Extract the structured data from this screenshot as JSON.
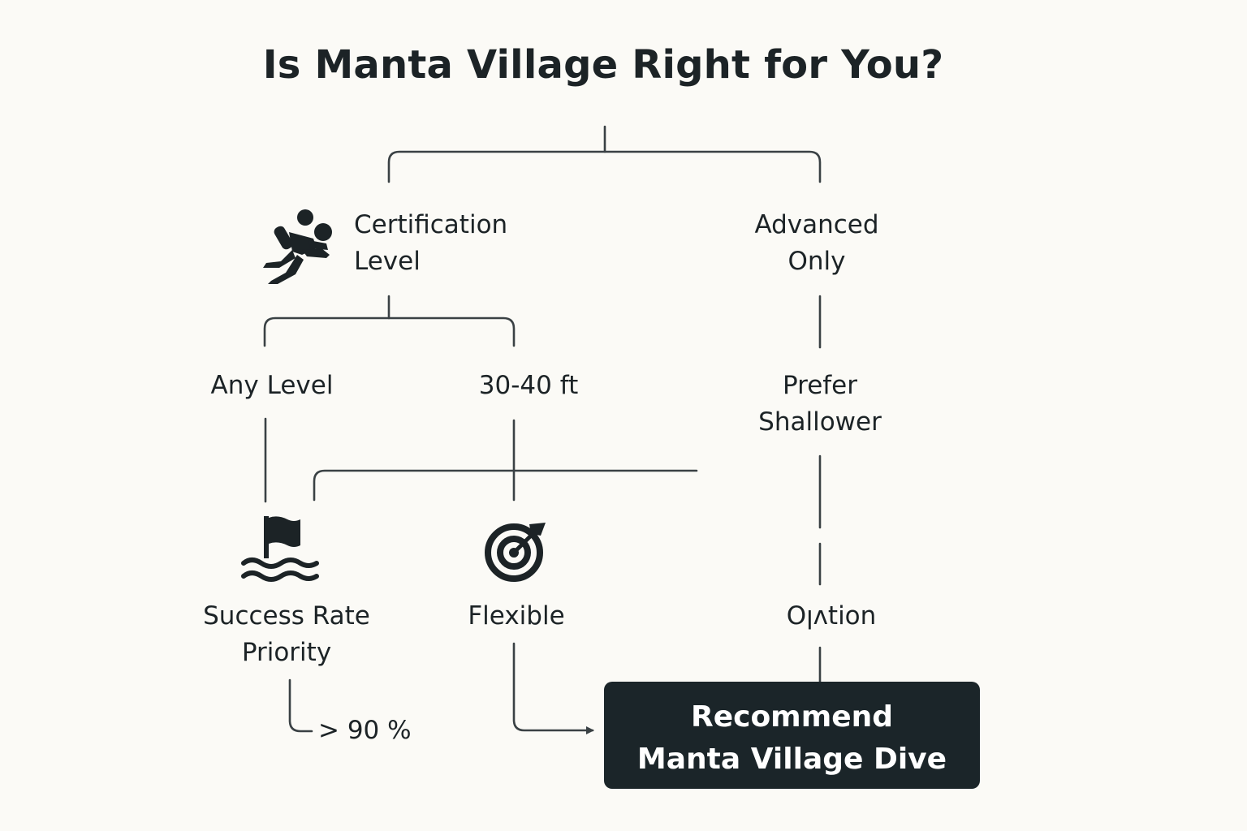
{
  "title": "Is Manta Village Right for You?",
  "nodes": {
    "certification": {
      "line1": "Certification",
      "line2": "Level"
    },
    "advanced": {
      "line1": "Advanced",
      "line2": "Only"
    },
    "any_level": "Any Level",
    "depth": "30-40 ft",
    "prefer": {
      "line1": "Prefer",
      "line2": "Shallower"
    },
    "success": {
      "line1": "Success Rate",
      "line2": "Priority"
    },
    "flexible": "Flexible",
    "option": "Oןʌtion",
    "threshold": "> 90 %"
  },
  "result": {
    "line1": "Recommend",
    "line2": "Manta Village Dive"
  },
  "icons": {
    "diver": "scuba-diver-icon",
    "flag": "flag-water-icon",
    "target": "target-arrow-icon"
  },
  "colors": {
    "background": "#fbfaf6",
    "ink": "#1c2326",
    "line": "#3a4144",
    "result_box": "#1b2529",
    "result_text": "#ffffff"
  }
}
